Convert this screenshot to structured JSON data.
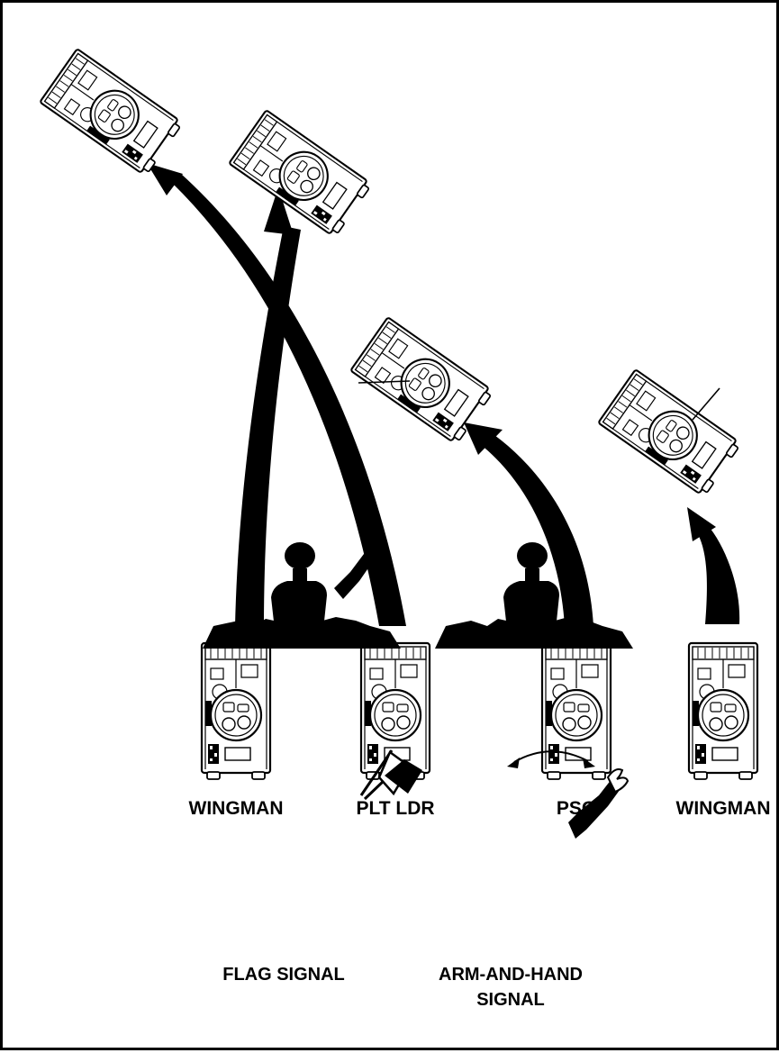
{
  "formation_labels": {
    "wingman_left": "WINGMAN",
    "plt_ldr": "PLT LDR",
    "psg": "PSG",
    "wingman_right": "WINGMAN"
  },
  "signal_labels": {
    "flag": "FLAG SIGNAL",
    "arm_hand_line1": "ARM-AND-HAND",
    "arm_hand_line2": "SIGNAL"
  },
  "colors": {
    "ink": "#000000",
    "paper": "#ffffff"
  }
}
